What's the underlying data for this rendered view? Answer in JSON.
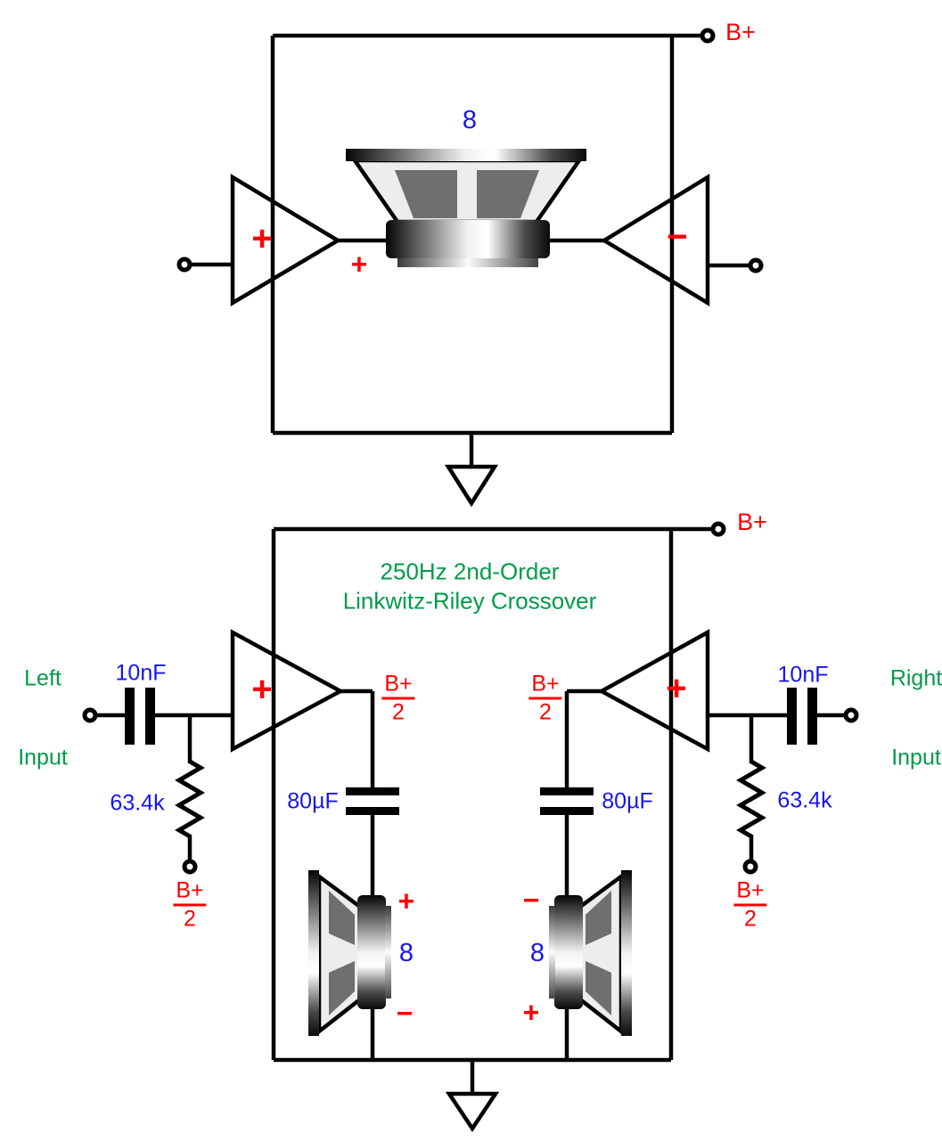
{
  "colors": {
    "label_red": "#FE0000",
    "label_blue": "#1515F0",
    "label_green": "#009B4A",
    "wire_black": "#000000"
  },
  "top_circuit": {
    "supply": "B+",
    "left_amp": "+",
    "right_amp": "−",
    "speaker_impedance": "8",
    "speaker_plus": "+"
  },
  "crossover": {
    "title_line1": "250Hz 2nd-Order",
    "title_line2": "Linkwitz-Riley Crossover",
    "supply": "B+",
    "half_rail": {
      "num": "B+",
      "den": "2"
    },
    "left": {
      "input_line1": "Left",
      "input_line2": "Input",
      "coupling_cap": "10nF",
      "bias_resistor": "63.4k",
      "amp": "+",
      "filter_cap": "80µF",
      "speaker_top": "+",
      "speaker_impedance": "8",
      "speaker_bottom": "−"
    },
    "right": {
      "input_line1": "Right",
      "input_line2": "Input",
      "coupling_cap": "10nF",
      "bias_resistor": "63.4k",
      "amp": "+",
      "filter_cap": "80µF",
      "speaker_top": "−",
      "speaker_impedance": "8",
      "speaker_bottom": "+"
    }
  }
}
